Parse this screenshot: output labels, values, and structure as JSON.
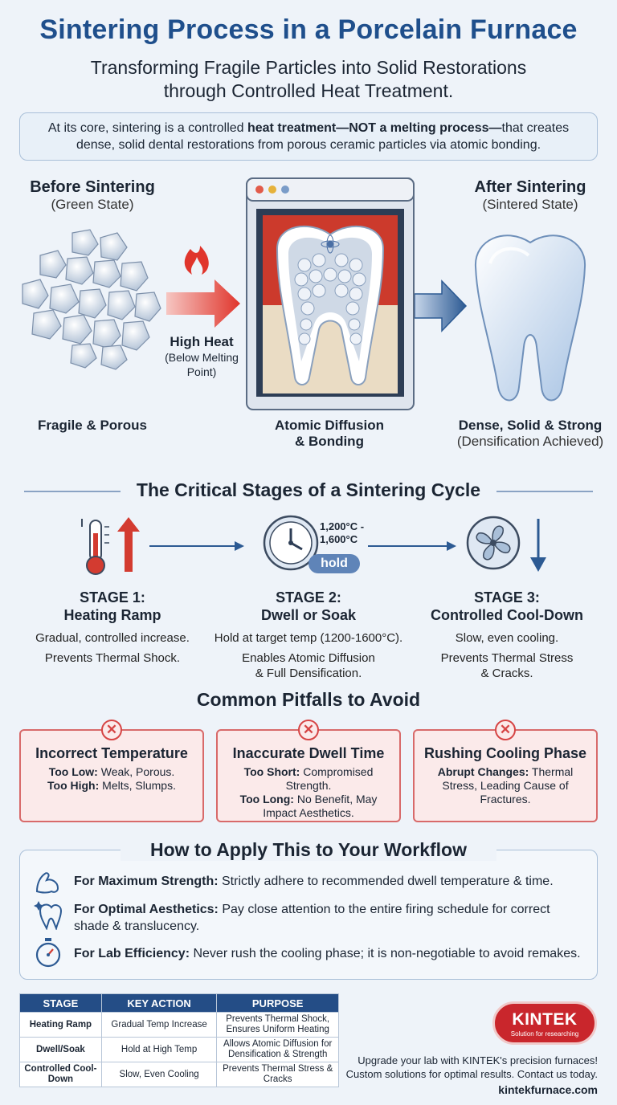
{
  "header": {
    "title": "Sintering Process in a Porcelain Furnace",
    "subtitle_line1": "Transforming Fragile Particles into Solid Restorations",
    "subtitle_line2": "through Controlled Heat Treatment."
  },
  "intro": {
    "part1": "At its core, sintering is a controlled ",
    "bold": "heat treatment—NOT a melting process—",
    "part2": "that creates dense, solid dental restorations from porous ceramic particles via atomic bonding."
  },
  "process": {
    "before_title": "Before Sintering",
    "before_sub": "(Green State)",
    "before_caption": "Fragile & Porous",
    "heat_label": "High Heat",
    "heat_sub1": "(Below Melting",
    "heat_sub2": "Point)",
    "furnace_caption1": "Atomic Diffusion",
    "furnace_caption2": "& Bonding",
    "after_title": "After Sintering",
    "after_sub": "(Sintered State)",
    "after_caption": "Dense, Solid & Strong",
    "after_caption_sub": "(Densification Achieved)"
  },
  "stages_section": {
    "heading": "The Critical Stages of a Sintering Cycle",
    "temp_range_line1": "1,200°C -",
    "temp_range_line2": "1,600°C",
    "hold_badge": "hold",
    "stages": [
      {
        "title_line1": "STAGE 1:",
        "title_line2": "Heating Ramp",
        "desc1": "Gradual, controlled increase.",
        "desc2": "Prevents Thermal Shock.",
        "desc3": "",
        "icon": "thermometer-icon"
      },
      {
        "title_line1": "STAGE 2:",
        "title_line2": "Dwell or Soak",
        "desc1": "Hold at target temp (1200-1600°C).",
        "desc2": "Enables Atomic Diffusion",
        "desc3": "& Full Densification.",
        "icon": "clock-icon"
      },
      {
        "title_line1": "STAGE 3:",
        "title_line2": "Controlled Cool-Down",
        "desc1": "Slow, even cooling.",
        "desc2": "Prevents Thermal Stress",
        "desc3": "& Cracks.",
        "icon": "fan-icon"
      }
    ]
  },
  "pitfalls": {
    "heading": "Common Pitfalls to Avoid",
    "items": [
      {
        "title": "Incorrect Temperature",
        "l1_bold": "Too Low:",
        "l1_text": " Weak, Porous.",
        "l2_bold": "Too High:",
        "l2_text": " Melts, Slumps.",
        "l3_text": ""
      },
      {
        "title": "Inaccurate Dwell Time",
        "l1_bold": "Too Short:",
        "l1_text": " Compromised Strength.",
        "l2_bold": "Too Long:",
        "l2_text": " No Benefit, May Impact Aesthetics.",
        "l3_text": ""
      },
      {
        "title": "Rushing Cooling Phase",
        "l1_bold": "Abrupt Changes:",
        "l1_text": " Thermal Stress, Leading Cause of Fractures.",
        "l2_bold": "",
        "l2_text": "",
        "l3_text": ""
      }
    ]
  },
  "apply": {
    "heading": "How to Apply This to Your Workflow",
    "rows": [
      {
        "bold": "For Maximum Strength:",
        "text": " Strictly adhere to recommended dwell temperature & time.",
        "icon": "flexed-arm-icon"
      },
      {
        "bold": "For Optimal Aesthetics:",
        "text": " Pay close attention to the entire firing schedule for correct shade & translucency.",
        "icon": "sparkle-tooth-icon"
      },
      {
        "bold": "For Lab Efficiency:",
        "text": " Never rush the cooling phase; it is non-negotiable to avoid remakes.",
        "icon": "stopwatch-icon"
      }
    ]
  },
  "summary_table": {
    "headers": [
      "STAGE",
      "KEY ACTION",
      "PURPOSE"
    ],
    "rows": [
      [
        "Heating Ramp",
        "Gradual Temp Increase",
        "Prevents Thermal Shock, Ensures Uniform Heating"
      ],
      [
        "Dwell/Soak",
        "Hold at High Temp",
        "Allows Atomic Diffusion for Densification & Strength"
      ],
      [
        "Controlled Cool-Down",
        "Slow, Even Cooling",
        "Prevents Thermal Stress & Cracks"
      ]
    ]
  },
  "brand": {
    "logo_name": "KINTEK",
    "logo_tagline": "Solution for researching",
    "footer1": "Upgrade your lab with KINTEK's precision furnaces!",
    "footer2": "Custom solutions for optimal results. Contact us today.",
    "url": "kintekfurnace.com"
  },
  "colors": {
    "title_blue": "#1f4f8c",
    "heat_red": "#e0352c",
    "arrow_blue": "#2c5a93",
    "pitfall_red": "#d64545",
    "brand_red": "#c9262c"
  }
}
